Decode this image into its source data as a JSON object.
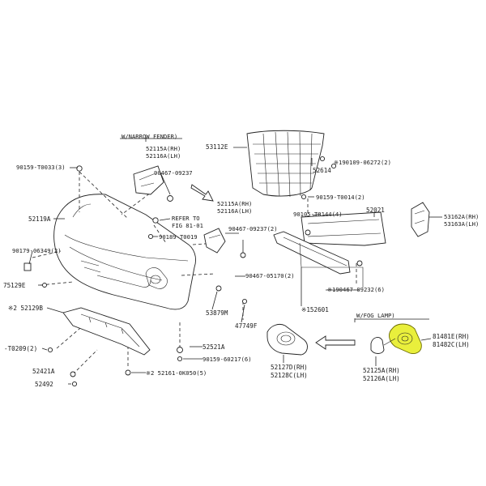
{
  "labels": {
    "wnarrow_fender": "W/NARROW FENDER)",
    "p52115a_rh_1": "52115A(RH)",
    "p52116a_lh_1": "52116A(LH)",
    "p90467_09237_a": "90467-09237",
    "p53112e": "53112E",
    "p52614": "52614",
    "p190109": "※190109-06272(2)",
    "p90159_t0033": "90159-T0033(3)",
    "p90159_t0014": "90159-T0014(2)",
    "p52115a_rh_2": "52115A(RH)",
    "p52116a_lh_2": "52116A(LH)",
    "p90467_09237_b": "90467-09237(2)",
    "p52119a": "52119A",
    "p_refer": "REFER TO",
    "p_fig": "FIG 81-01",
    "p90189_t0019": "90189-T0019",
    "p90179_06349": "90179-06349(2)",
    "p75129e": "75129E",
    "p90105_t0144": "90105-T0144(4)",
    "p52021": "52021",
    "p53162a_rh": "53162A(RH)",
    "p53163a_lh": "53163A(LH)",
    "p90467_05170": "90467-05170(2)",
    "p190467_09232": "※190467-09232(6)",
    "p152601": "※152601",
    "p53879m": "53879M",
    "p47749f": "47749F",
    "p52129b": "※2 52129B",
    "p_wfog": "W/FOG LAMP)",
    "p81481e_rh": "81481E(RH)",
    "p81482c_lh": "81482C(LH)",
    "p_t0209": "-T0209(2)",
    "p52521a": "52521A",
    "p90159_60217": "90159-60217(6)",
    "p52421a": "52421A",
    "p52161_0k050": "※2 52161-0K050(5)",
    "p52492": "52492",
    "p52127d_rh": "52127D(RH)",
    "p52128c_lh": "52128C(LH)",
    "p52125a_rh": "52125A(RH)",
    "p52126a_lh": "52126A(LH)"
  },
  "highlight": {
    "part": "81481E(RH)",
    "color": "#e9ef3c"
  },
  "colors": {
    "line": "#222222",
    "background": "#ffffff"
  }
}
